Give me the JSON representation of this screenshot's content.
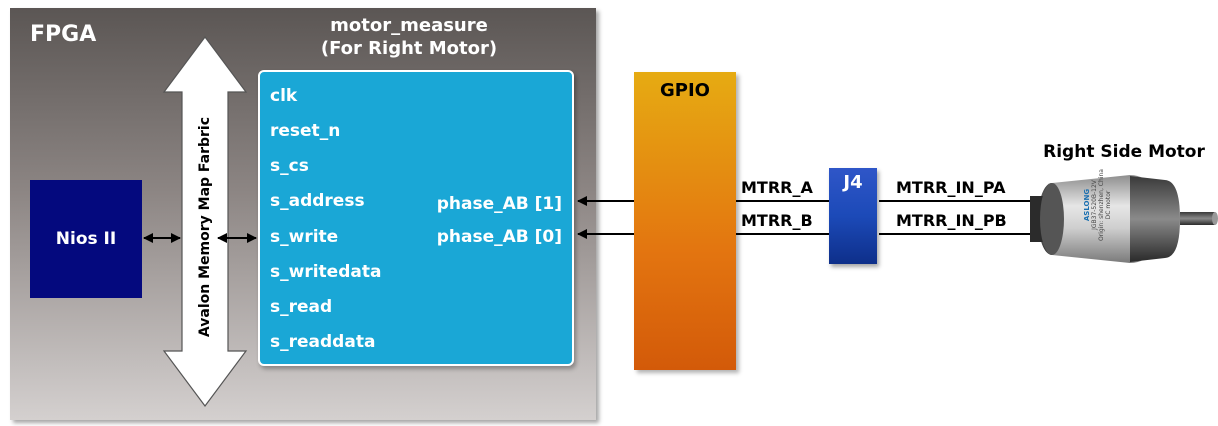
{
  "fpga": {
    "label": "FPGA"
  },
  "motor_measure": {
    "title_line1": "motor_measure",
    "title_line2": "(For Right Motor)",
    "left_ports": [
      "clk",
      "reset_n",
      "s_cs",
      "s_address",
      "s_write",
      "s_writedata",
      "s_read",
      "s_readdata"
    ],
    "right_ports": [
      "phase_AB [1]",
      "phase_AB [0]"
    ]
  },
  "nios": {
    "label": "Nios II"
  },
  "bus": {
    "label": "Avalon Memory Map Farbric"
  },
  "gpio": {
    "label": "GPIO"
  },
  "connector": {
    "label": "J4"
  },
  "signals": {
    "a_left": "MTRR_A",
    "b_left": "MTRR_B",
    "a_right": "MTRR_IN_PA",
    "b_right": "MTRR_IN_PB"
  },
  "motor": {
    "title": "Right Side Motor",
    "sticker_text": "ASLONG",
    "sticker_text2": "JGB37-520B-12V",
    "sticker_text3": "Origin: shenzhen, China",
    "sticker_text4": "DC motor"
  },
  "colors": {
    "fpga_bg": "#8d8684",
    "motor_measure": "#1aa7d6",
    "nios": "#04097e",
    "gpio": "#e37510",
    "j4": "#1c4ab8"
  }
}
